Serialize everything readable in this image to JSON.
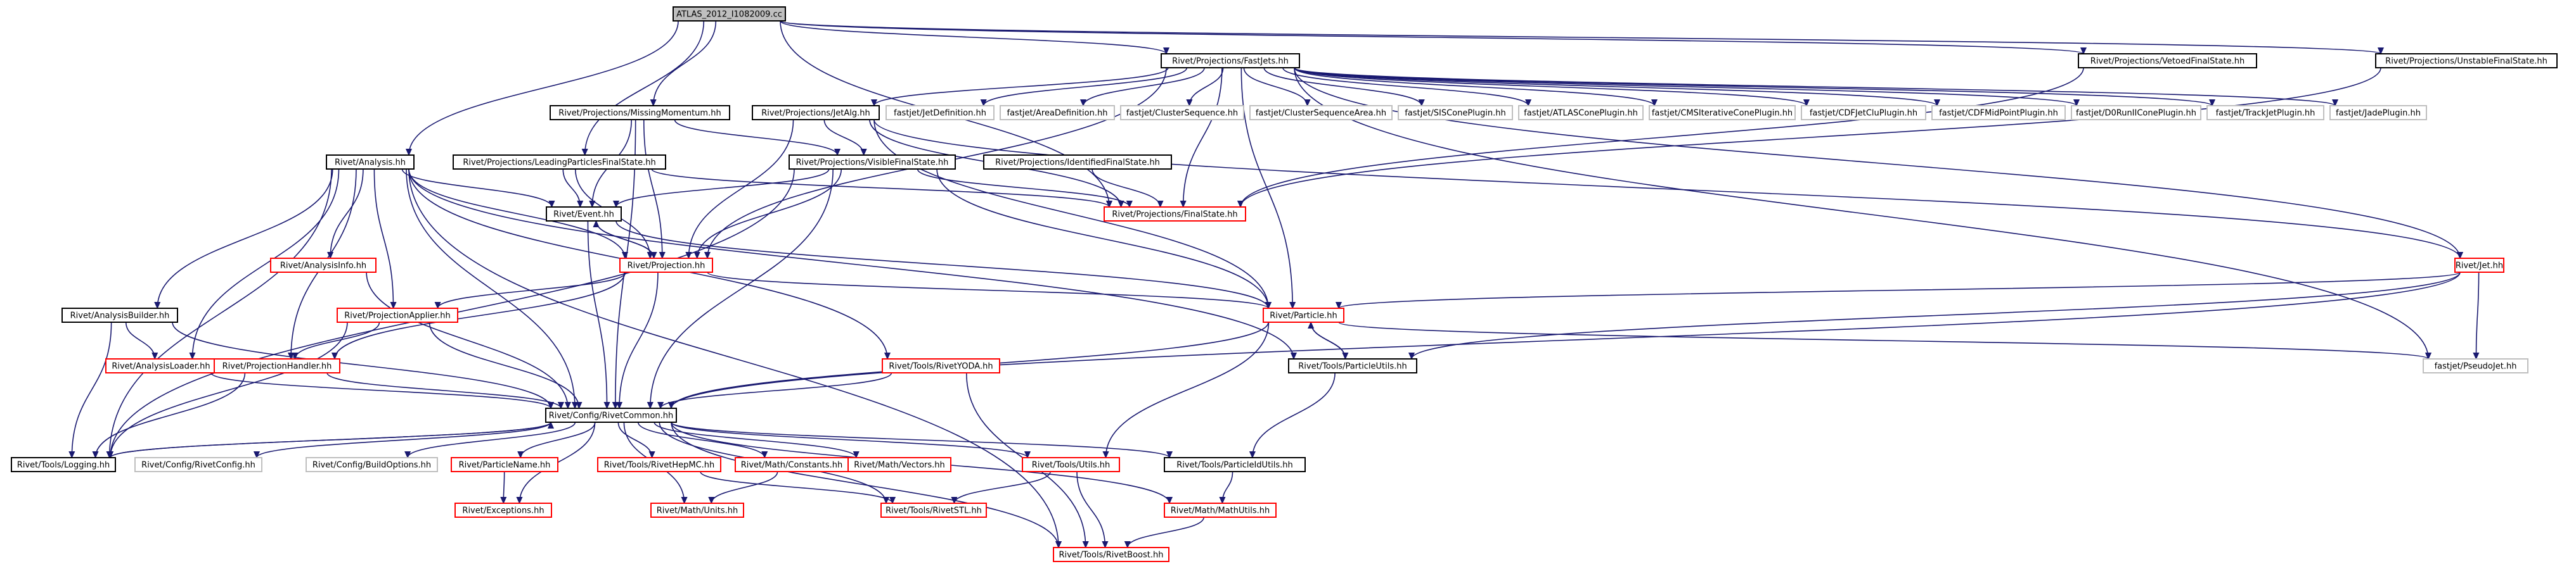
{
  "colors": {
    "edge": "#191970",
    "border_black": "#000000",
    "border_red": "#ff0000",
    "border_gray": "#bfbfbf",
    "root_fill": "#bfbfbf",
    "fill": "#ffffff",
    "text": "#000000"
  },
  "nodes": [
    {
      "id": "root",
      "label": "ATLAS_2012_I1082009.cc",
      "style": "root"
    },
    {
      "id": "fastjets",
      "label": "Rivet/Projections/FastJets.hh",
      "style": "black"
    },
    {
      "id": "vetoed",
      "label": "Rivet/Projections/VetoedFinalState.hh",
      "style": "black"
    },
    {
      "id": "unstable",
      "label": "Rivet/Projections/UnstableFinalState.hh",
      "style": "black"
    },
    {
      "id": "missingmom",
      "label": "Rivet/Projections/MissingMomentum.hh",
      "style": "black"
    },
    {
      "id": "jetalg",
      "label": "Rivet/Projections/JetAlg.hh",
      "style": "black"
    },
    {
      "id": "fj_jetdef",
      "label": "fastjet/JetDefinition.hh",
      "style": "gray"
    },
    {
      "id": "fj_areadef",
      "label": "fastjet/AreaDefinition.hh",
      "style": "gray"
    },
    {
      "id": "fj_clusterseq",
      "label": "fastjet/ClusterSequence.hh",
      "style": "gray"
    },
    {
      "id": "fj_clusterseqarea",
      "label": "fastjet/ClusterSequenceArea.hh",
      "style": "gray"
    },
    {
      "id": "fj_siscone",
      "label": "fastjet/SISConePlugin.hh",
      "style": "gray"
    },
    {
      "id": "fj_atlascone",
      "label": "fastjet/ATLASConePlugin.hh",
      "style": "gray"
    },
    {
      "id": "fj_cmsit",
      "label": "fastjet/CMSIterativeConePlugin.hh",
      "style": "gray"
    },
    {
      "id": "fj_cdfjetclu",
      "label": "fastjet/CDFJetCluPlugin.hh",
      "style": "gray"
    },
    {
      "id": "fj_cdfmidpoint",
      "label": "fastjet/CDFMidPointPlugin.hh",
      "style": "gray"
    },
    {
      "id": "fj_d0run",
      "label": "fastjet/D0RunIIConePlugin.hh",
      "style": "gray"
    },
    {
      "id": "fj_trackjet",
      "label": "fastjet/TrackJetPlugin.hh",
      "style": "gray"
    },
    {
      "id": "fj_jade",
      "label": "fastjet/JadePlugin.hh",
      "style": "gray"
    },
    {
      "id": "analysis",
      "label": "Rivet/Analysis.hh",
      "style": "black"
    },
    {
      "id": "leadingparticles",
      "label": "Rivet/Projections/LeadingParticlesFinalState.hh",
      "style": "black"
    },
    {
      "id": "visiblefs",
      "label": "Rivet/Projections/VisibleFinalState.hh",
      "style": "black"
    },
    {
      "id": "identifiedfs",
      "label": "Rivet/Projections/IdentifiedFinalState.hh",
      "style": "black"
    },
    {
      "id": "finalstate",
      "label": "Rivet/Projections/FinalState.hh",
      "style": "red"
    },
    {
      "id": "event",
      "label": "Rivet/Event.hh",
      "style": "black"
    },
    {
      "id": "projection",
      "label": "Rivet/Projection.hh",
      "style": "red"
    },
    {
      "id": "analysisinfo",
      "label": "Rivet/AnalysisInfo.hh",
      "style": "red"
    },
    {
      "id": "jet",
      "label": "Rivet/Jet.hh",
      "style": "red"
    },
    {
      "id": "particle",
      "label": "Rivet/Particle.hh",
      "style": "red"
    },
    {
      "id": "analysisbuilder",
      "label": "Rivet/AnalysisBuilder.hh",
      "style": "black"
    },
    {
      "id": "projectionapplier",
      "label": "Rivet/ProjectionApplier.hh",
      "style": "red"
    },
    {
      "id": "analysisloader",
      "label": "Rivet/AnalysisLoader.hh",
      "style": "red"
    },
    {
      "id": "projectionhandler",
      "label": "Rivet/ProjectionHandler.hh",
      "style": "red"
    },
    {
      "id": "rivetyoda",
      "label": "Rivet/Tools/RivetYODA.hh",
      "style": "red"
    },
    {
      "id": "particleutils",
      "label": "Rivet/Tools/ParticleUtils.hh",
      "style": "black"
    },
    {
      "id": "pseudojet",
      "label": "fastjet/PseudoJet.hh",
      "style": "gray"
    },
    {
      "id": "rivetcommon",
      "label": "Rivet/Config/RivetCommon.hh",
      "style": "black"
    },
    {
      "id": "logging",
      "label": "Rivet/Tools/Logging.hh",
      "style": "black"
    },
    {
      "id": "rivetconfig",
      "label": "Rivet/Config/RivetConfig.hh",
      "style": "gray"
    },
    {
      "id": "buildoptions",
      "label": "Rivet/Config/BuildOptions.hh",
      "style": "gray"
    },
    {
      "id": "particlename",
      "label": "Rivet/ParticleName.hh",
      "style": "red"
    },
    {
      "id": "rivethepmc",
      "label": "Rivet/Tools/RivetHepMC.hh",
      "style": "red"
    },
    {
      "id": "mathconstants",
      "label": "Rivet/Math/Constants.hh",
      "style": "red"
    },
    {
      "id": "mathvectors",
      "label": "Rivet/Math/Vectors.hh",
      "style": "red"
    },
    {
      "id": "toolsutils",
      "label": "Rivet/Tools/Utils.hh",
      "style": "red"
    },
    {
      "id": "particleidutils",
      "label": "Rivet/Tools/ParticleIdUtils.hh",
      "style": "black"
    },
    {
      "id": "exceptions",
      "label": "Rivet/Exceptions.hh",
      "style": "red"
    },
    {
      "id": "mathunits",
      "label": "Rivet/Math/Units.hh",
      "style": "red"
    },
    {
      "id": "rivetstl",
      "label": "Rivet/Tools/RivetSTL.hh",
      "style": "red"
    },
    {
      "id": "mathutils",
      "label": "Rivet/Math/MathUtils.hh",
      "style": "red"
    },
    {
      "id": "rivetboost",
      "label": "Rivet/Tools/RivetBoost.hh",
      "style": "red"
    }
  ]
}
